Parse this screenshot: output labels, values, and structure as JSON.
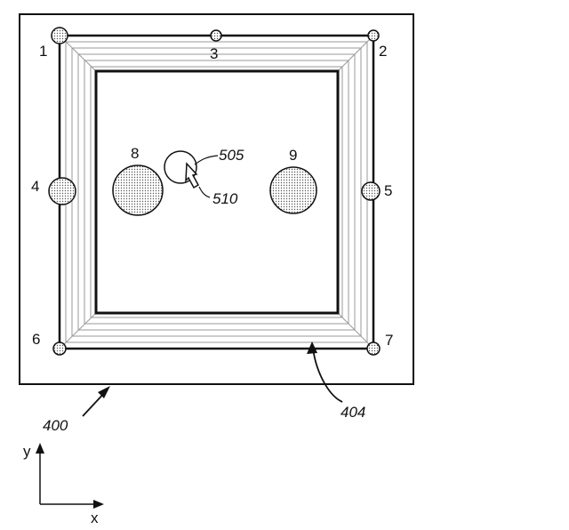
{
  "figure": {
    "reference_numerals": {
      "substrate": "400",
      "frame": "404",
      "center_marker": "505",
      "arrow_marker": "510"
    },
    "point_labels": {
      "p1": "1",
      "p2": "2",
      "p3": "3",
      "p4": "4",
      "p5": "5",
      "p6": "6",
      "p7": "7",
      "p8": "8",
      "p9": "9"
    },
    "axes": {
      "x_label": "x",
      "y_label": "y"
    },
    "colors": {
      "line": "#111111",
      "dot_fill": "#cfcfcf",
      "bevel": "#9a9a9a",
      "background": "#ffffff"
    }
  }
}
